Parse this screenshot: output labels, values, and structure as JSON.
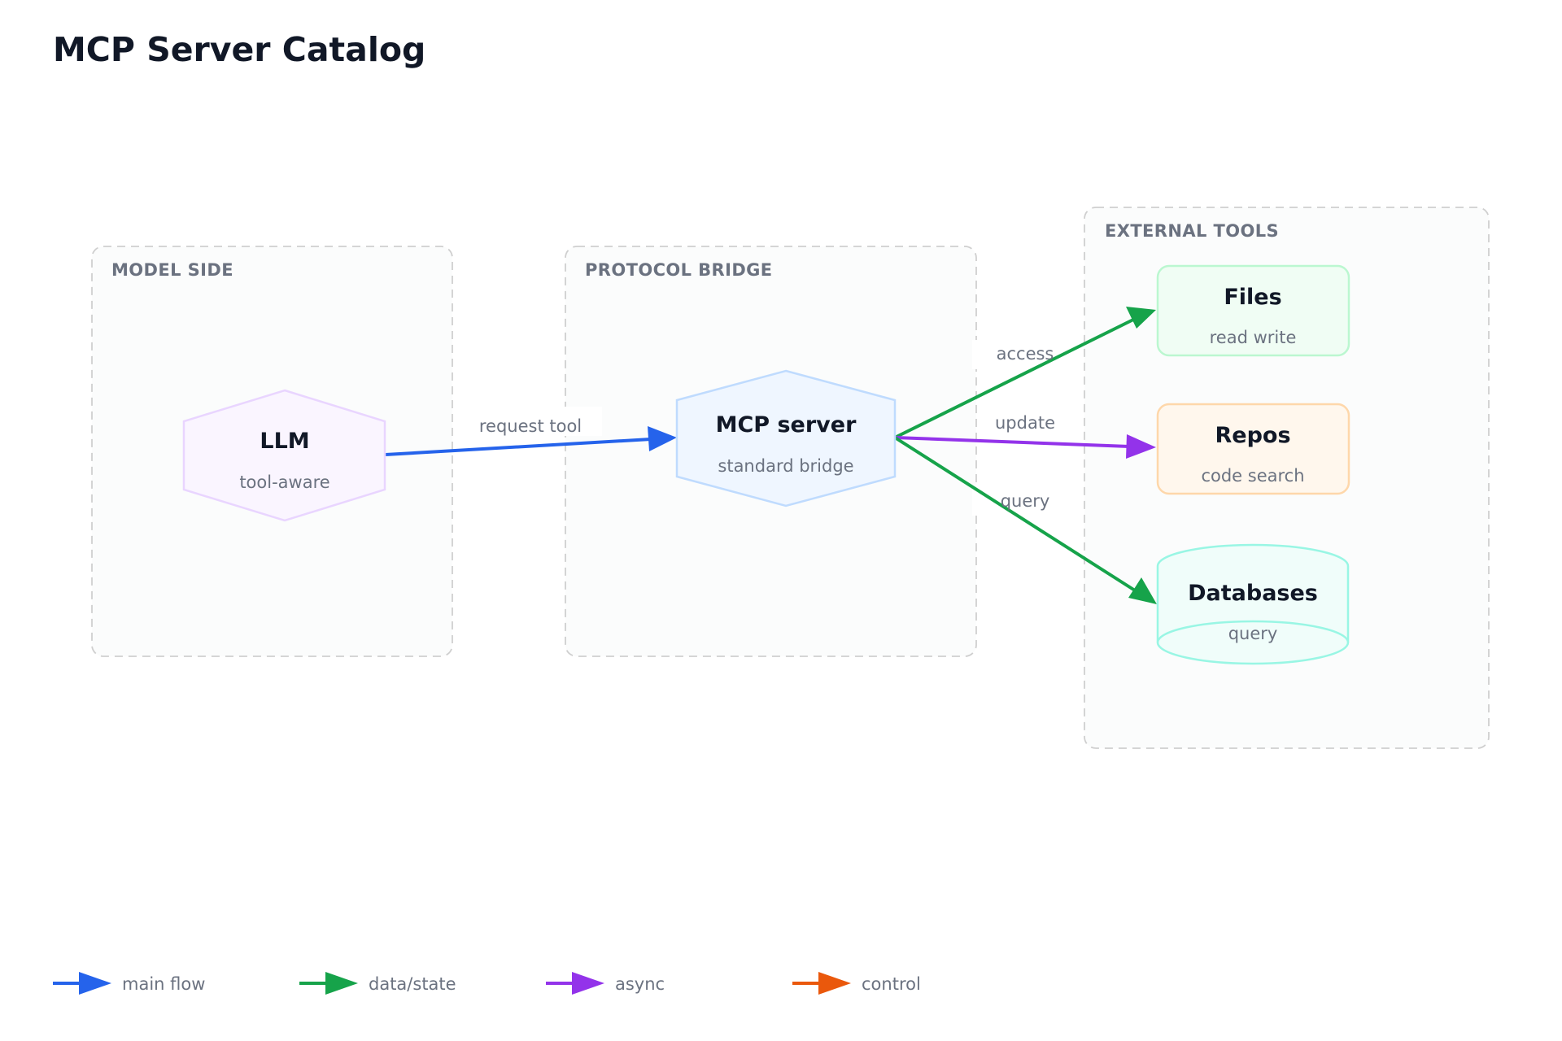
{
  "title": "MCP Server Catalog",
  "groups": {
    "model": {
      "label": "MODEL SIDE"
    },
    "bridge": {
      "label": "PROTOCOL BRIDGE"
    },
    "tools": {
      "label": "EXTERNAL TOOLS"
    }
  },
  "nodes": {
    "llm": {
      "title": "LLM",
      "subtitle": "tool-aware"
    },
    "mcp": {
      "title": "MCP server",
      "subtitle": "standard bridge"
    },
    "files": {
      "title": "Files",
      "subtitle": "read write"
    },
    "repos": {
      "title": "Repos",
      "subtitle": "code search"
    },
    "databases": {
      "title": "Databases",
      "subtitle": "query"
    }
  },
  "edges": {
    "request_tool": {
      "label": "request tool",
      "kind": "main flow"
    },
    "access": {
      "label": "access",
      "kind": "data/state"
    },
    "update": {
      "label": "update",
      "kind": "async"
    },
    "query": {
      "label": "query",
      "kind": "data/state"
    }
  },
  "legend": [
    {
      "label": "main flow",
      "color": "#2563eb"
    },
    {
      "label": "data/state",
      "color": "#16a34a"
    },
    {
      "label": "async",
      "color": "#9333ea"
    },
    {
      "label": "control",
      "color": "#ea580c"
    }
  ],
  "colors": {
    "main_flow": "#2563eb",
    "data_state": "#16a34a",
    "async": "#9333ea",
    "control": "#ea580c"
  }
}
